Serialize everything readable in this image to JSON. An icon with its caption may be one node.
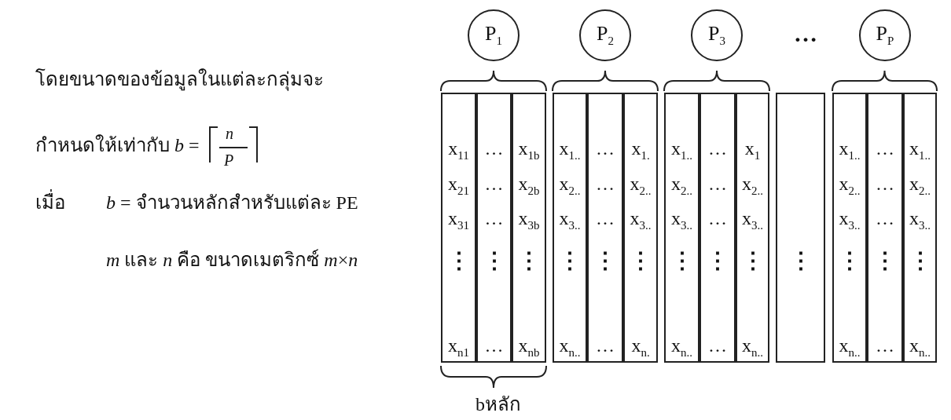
{
  "diagram": {
    "nodes": [
      {
        "text": [
          "P$_{1}$"
        ]
      },
      {
        "text": [
          "P$_{2}$"
        ]
      },
      {
        "text": [
          "P$_{3}$"
        ]
      },
      {
        "text": [
          "P$_{P}$"
        ]
      },
      {
        "text": [
          "x$_{11}$",
          "x$_{21}$",
          "x$_{31}$",
          "⋮",
          "x$_{n1}$"
        ]
      },
      {
        "text": [
          "…",
          "…",
          "…",
          "⋮",
          "…"
        ]
      },
      {
        "text": [
          "x$_{1b}$",
          "x$_{2b}$",
          "x$_{3b}$",
          "⋮",
          "x$_{nb}$"
        ]
      },
      {
        "text": [
          "x$_{1..}$",
          "x$_{2..}$",
          "x$_{3..}$",
          "⋮",
          "x$_{n..}$"
        ]
      },
      {
        "text": [
          "…",
          "…",
          "…",
          "⋮",
          "…"
        ]
      },
      {
        "text": [
          "x$_{1.}$",
          "x$_{2..}$",
          "x$_{3..}$",
          "⋮",
          "x$_{n.}$"
        ]
      },
      {
        "text": [
          "x$_{1..}$",
          "x$_{2..}$",
          "x$_{3..}$",
          "⋮",
          "x$_{n..}$"
        ]
      },
      {
        "text": [
          "…",
          "…",
          "…",
          "⋮",
          "…"
        ]
      },
      {
        "text": [
          "x$_{1}$",
          "x$_{2..}$",
          "x$_{3..}$",
          "⋮",
          "x$_{n..}$"
        ]
      },
      {
        "text": [
          "⋮"
        ]
      },
      {
        "text": [
          "x$_{1..}$",
          "x$_{2..}$",
          "x$_{3..}$",
          "⋮",
          "x$_{n..}$"
        ]
      },
      {
        "text": [
          "…",
          "…",
          "…",
          "⋮",
          "…"
        ]
      },
      {
        "text": [
          "x$_{1..}$",
          "x$_{2..}$",
          "x$_{3..}$",
          "⋮",
          "x$_{n..}$"
        ]
      }
    ],
    "labels": [
      "โดยขนาดของข้อมูลในแต่ละกลุ่มจะ",
      "กำหนดให้เท่ากับ *b* =",
      "*n*",
      "*P*",
      "เมื่อ",
      "*b* = จำนวนหลักสำหรับแต่ละ PE",
      "*m* และ *n* คือ ขนาดเมตริกซ์ *m*×*n*",
      "…",
      "bหลัก"
    ]
  }
}
